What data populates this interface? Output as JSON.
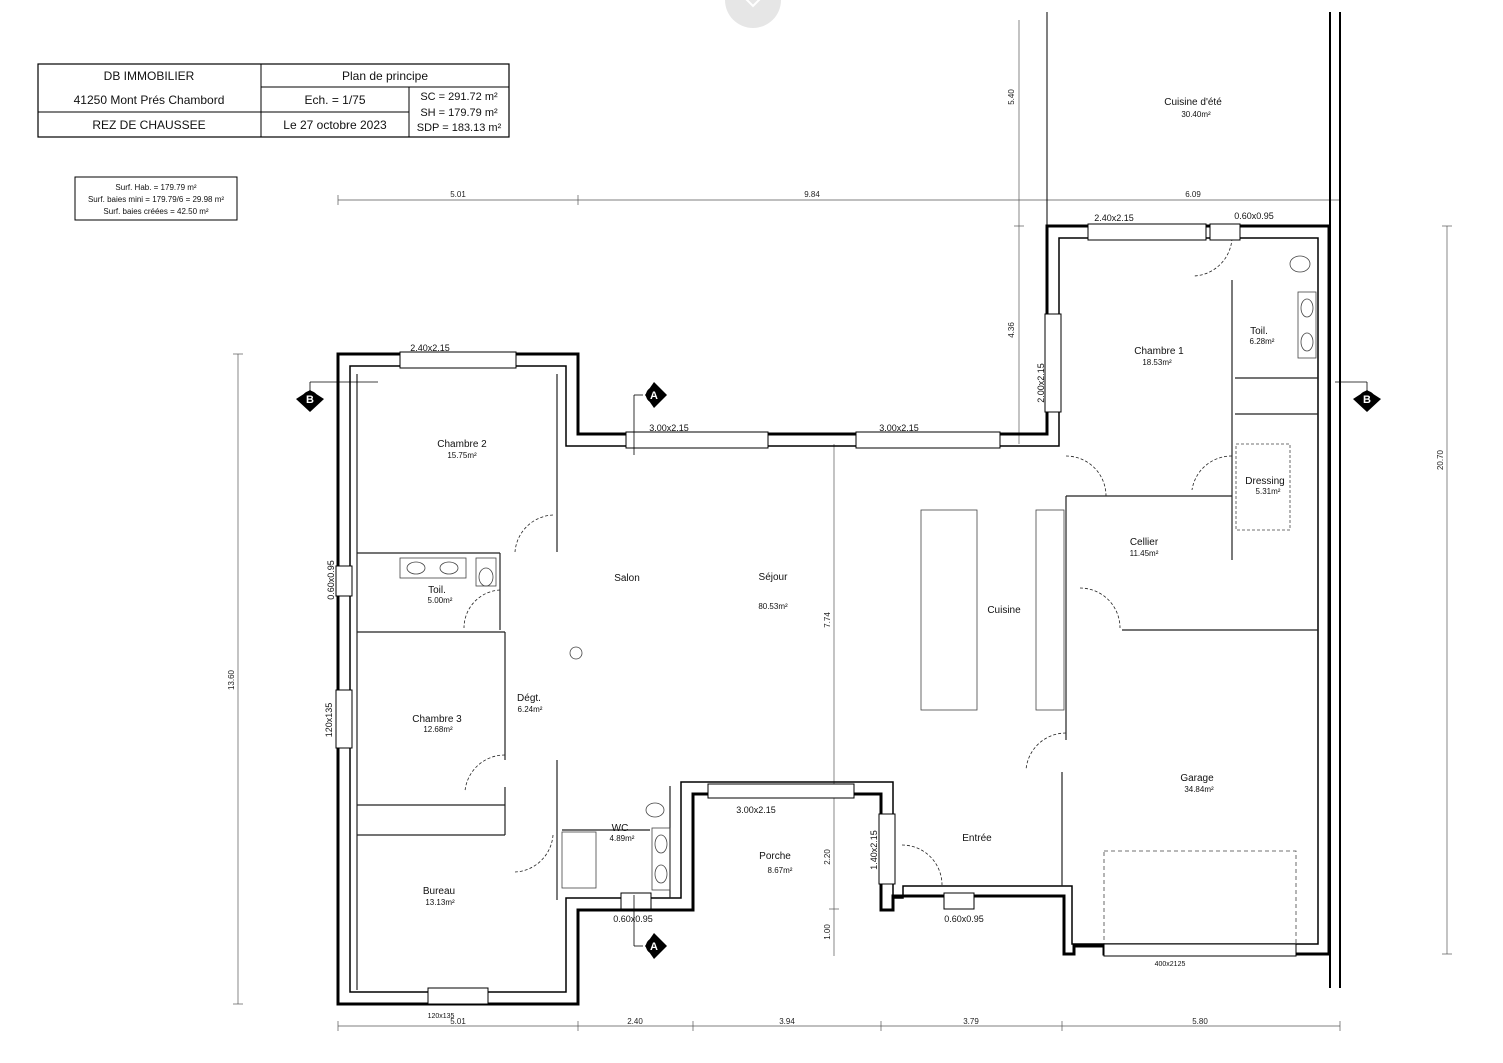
{
  "title_block": {
    "company": "DB IMMOBILIER",
    "address": "41250 Mont Prés Chambord",
    "level": "REZ DE CHAUSSEE",
    "plan_title": "Plan de principe",
    "scale": "Ech. = 1/75",
    "date": "Le 27 octobre 2023",
    "sc": "SC = 291.72 m²",
    "sh": "SH = 179.79 m²",
    "sdp": "SDP = 183.13 m²"
  },
  "surfaces": {
    "hab": "Surf. Hab. = 179.79 m²",
    "baies_mini": "Surf. baies mini = 179.79/6 = 29.98 m²",
    "baies_creees": "Surf. baies créées = 42.50 m²"
  },
  "rooms": {
    "cuisine_ete": {
      "name": "Cuisine d'été",
      "area": "30.40m²"
    },
    "chambre1": {
      "name": "Chambre 1",
      "area": "18.53m²"
    },
    "toil1": {
      "name": "Toil.",
      "area": "6.28m²"
    },
    "dressing": {
      "name": "Dressing",
      "area": "5.31m²"
    },
    "cellier": {
      "name": "Cellier",
      "area": "11.45m²"
    },
    "chambre2": {
      "name": "Chambre 2",
      "area": "15.75m²"
    },
    "toil2": {
      "name": "Toil.",
      "area": "5.00m²"
    },
    "salon": {
      "name": "Salon"
    },
    "sejour": {
      "name": "Séjour",
      "area": "80.53m²"
    },
    "cuisine": {
      "name": "Cuisine"
    },
    "degt": {
      "name": "Dégt.",
      "area": "6.24m²"
    },
    "chambre3": {
      "name": "Chambre 3",
      "area": "12.68m²"
    },
    "wc": {
      "name": "WC",
      "area": "4.89m²"
    },
    "porche": {
      "name": "Porche",
      "area": "8.67m²"
    },
    "entree": {
      "name": "Entrée"
    },
    "garage": {
      "name": "Garage",
      "area": "34.84m²"
    },
    "bureau": {
      "name": "Bureau",
      "area": "13.13m²"
    }
  },
  "windows": {
    "w_ch1": "2.40x2.15",
    "w_toil1": "0.60x0.95",
    "w_ch2": "2.40x2.15",
    "w_sej1": "3.00x2.15",
    "w_sej2": "3.00x2.15",
    "w_ch1_side": "2.00x2.15",
    "w_toil2": "0.60x0.95",
    "w_ch3": "120x135",
    "w_porche": "3.00x2.15",
    "w_entree_side": "1.40x2.15",
    "w_wc": "0.60x0.95",
    "w_entree": "0.60x0.95",
    "w_bureau": "120x135",
    "w_garage": "400x2125"
  },
  "dimensions": {
    "top_1": "5.01",
    "top_2": "9.84",
    "top_3": "6.09",
    "bottom_1": "5.01",
    "bottom_2": "2.40",
    "bottom_3": "3.94",
    "bottom_4": "3.79",
    "bottom_5": "5.80",
    "left": "13.60",
    "right": "20.70",
    "v_540": "5.40",
    "v_436": "4.36",
    "v_774": "7.74",
    "v_220": "2.20",
    "v_100": "1.00"
  },
  "sections": {
    "a": "A",
    "b": "B"
  }
}
